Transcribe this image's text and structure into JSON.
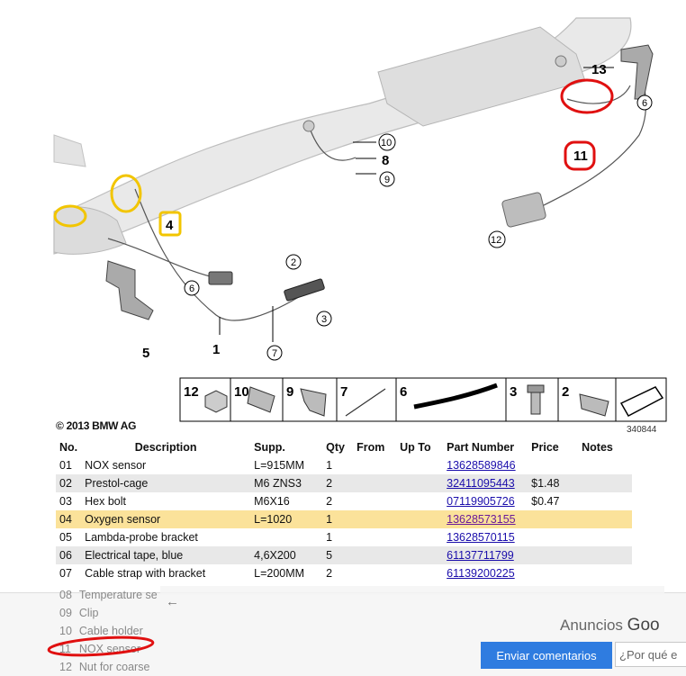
{
  "diagram": {
    "callouts": [
      "1",
      "2",
      "3",
      "4",
      "5",
      "6",
      "6",
      "7",
      "8",
      "9",
      "10",
      "11",
      "12",
      "13"
    ],
    "legend_items": [
      "12",
      "10",
      "9",
      "7",
      "6",
      "3",
      "2"
    ],
    "copyright": "© 2013 BMW AG",
    "image_id": "340844"
  },
  "table": {
    "headers": [
      "No.",
      "Description",
      "Supp.",
      "Qty",
      "From",
      "Up To",
      "Part Number",
      "Price",
      "Notes"
    ],
    "rows": [
      {
        "no": "01",
        "desc": "NOX sensor",
        "supp": "L=915MM",
        "qty": "1",
        "pn": "13628589846",
        "price": ""
      },
      {
        "no": "02",
        "desc": "Prestol-cage",
        "supp": "M6 ZNS3",
        "qty": "2",
        "pn": "32411095443",
        "price": "$1.48"
      },
      {
        "no": "03",
        "desc": "Hex bolt",
        "supp": "M6X16",
        "qty": "2",
        "pn": "07119905726",
        "price": "$0.47"
      },
      {
        "no": "04",
        "desc": "Oxygen sensor",
        "supp": "L=1020",
        "qty": "1",
        "pn": "13628573155",
        "price": ""
      },
      {
        "no": "05",
        "desc": "Lambda-probe bracket",
        "supp": "",
        "qty": "1",
        "pn": "13628570115",
        "price": ""
      },
      {
        "no": "06",
        "desc": "Electrical tape, blue",
        "supp": "4,6X200",
        "qty": "5",
        "pn": "61137711799",
        "price": ""
      },
      {
        "no": "07",
        "desc": "Cable strap with bracket",
        "supp": "L=200MM",
        "qty": "2",
        "pn": "61139200225",
        "price": ""
      }
    ],
    "faded_rows": [
      {
        "no": "08",
        "desc": "Temperature se"
      },
      {
        "no": "09",
        "desc": "Clip"
      },
      {
        "no": "10",
        "desc": "Cable holder"
      },
      {
        "no": "11",
        "desc": "NOX sensor"
      },
      {
        "no": "12",
        "desc": "Nut for coarse"
      }
    ]
  },
  "ads": {
    "label_prefix": "Anuncios ",
    "label_brand": "Goo",
    "feedback_button": "Enviar comentarios",
    "why_text": "¿Por qué e"
  },
  "colors": {
    "highlight_row": "#fbe29a",
    "alt_row": "#e8e8e8",
    "link": "#1a0dab",
    "red_mark": "#e01010",
    "yellow_mark": "#f2c500",
    "button_blue": "#2f7ce0"
  },
  "icons": [
    "back-arrow-icon"
  ]
}
